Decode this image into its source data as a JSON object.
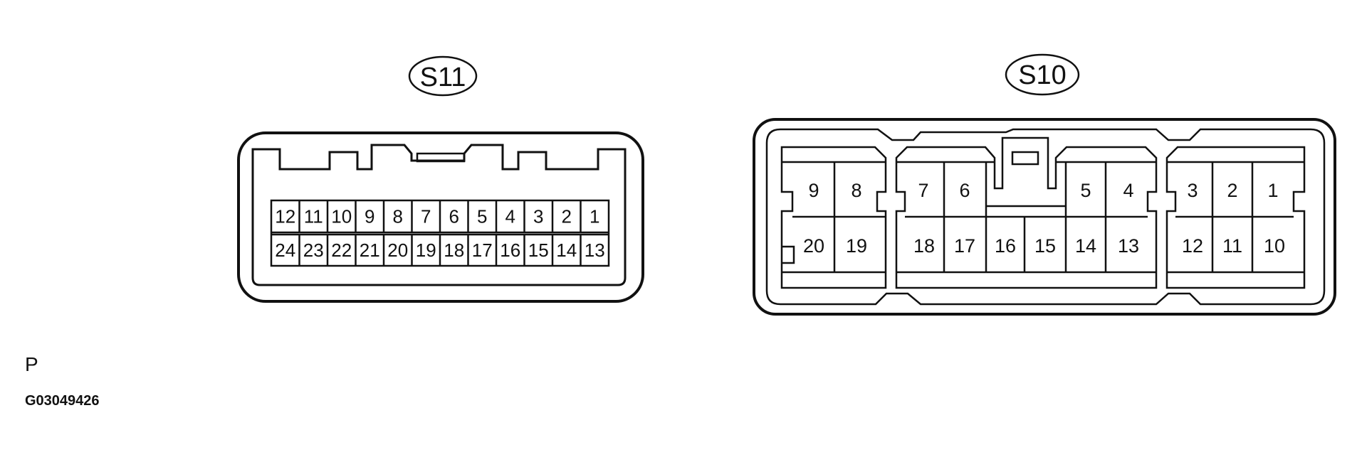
{
  "connectors": [
    {
      "id": "S11",
      "rows": [
        [
          "12",
          "11",
          "10",
          "9",
          "8",
          "7",
          "6",
          "5",
          "4",
          "3",
          "2",
          "1"
        ],
        [
          "24",
          "23",
          "22",
          "21",
          "20",
          "19",
          "18",
          "17",
          "16",
          "15",
          "14",
          "13"
        ]
      ]
    },
    {
      "id": "S10",
      "groups": [
        {
          "top": [
            "9",
            "8"
          ],
          "bottom": [
            "20",
            "19"
          ]
        },
        {
          "top": [
            "7",
            "6"
          ],
          "bottom": [
            "18",
            "17",
            "16",
            "15",
            "14",
            "13"
          ],
          "top_right": [
            "5",
            "4"
          ]
        },
        {
          "top": [
            "3",
            "2",
            "1"
          ],
          "bottom": [
            "12",
            "11",
            "10"
          ]
        }
      ]
    }
  ],
  "footer": {
    "letter": "P",
    "code": "G03049426"
  },
  "colors": {
    "line": "#111111",
    "background": "#ffffff"
  }
}
